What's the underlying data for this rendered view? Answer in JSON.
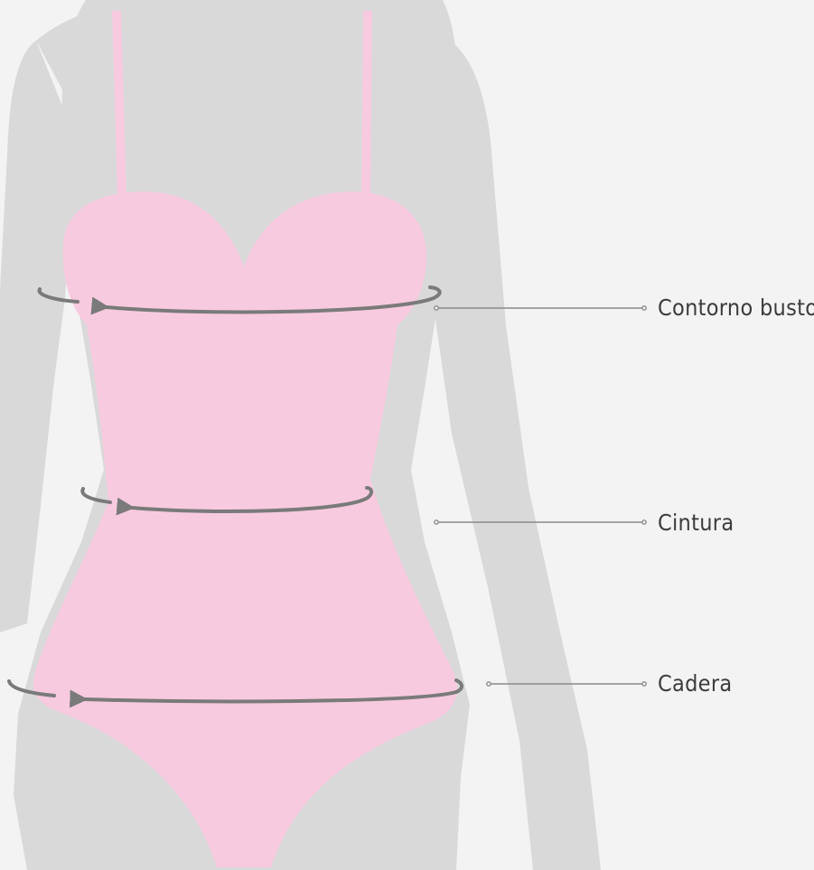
{
  "colors": {
    "background": "#f3f3f3",
    "body_silhouette": "#d9d9d9",
    "garment": "#f7cadf",
    "measure_arrow": "#7a7a7a",
    "leader_line": "#8a8a8a",
    "label_text": "#3c3c3c"
  },
  "measurements": [
    {
      "id": "bust",
      "label": "Contorno busto",
      "icon": "arrow-loop-icon"
    },
    {
      "id": "waist",
      "label": "Cintura",
      "icon": "arrow-loop-icon"
    },
    {
      "id": "hip",
      "label": "Cadera",
      "icon": "arrow-loop-icon"
    }
  ]
}
